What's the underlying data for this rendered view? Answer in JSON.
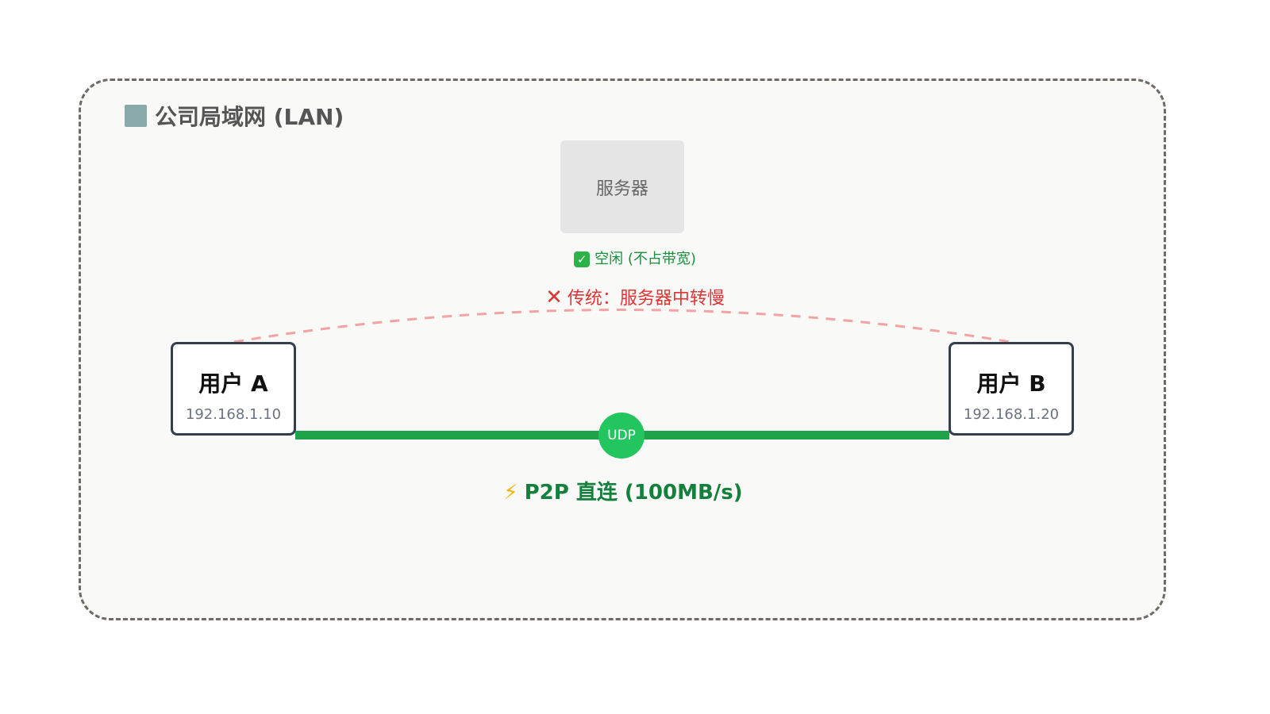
{
  "lan": {
    "icon": "office-building-icon",
    "title": "公司局域网 (LAN)"
  },
  "server": {
    "label": "服务器",
    "status_icon": "check-icon",
    "status": "空闲 (不占带宽)"
  },
  "traditional": {
    "icon": "cross-icon",
    "icon_glyph": "✕",
    "label": "传统：服务器中转慢"
  },
  "users": [
    {
      "name": "用户 A",
      "ip": "192.168.1.10"
    },
    {
      "name": "用户 B",
      "ip": "192.168.1.20"
    }
  ],
  "link": {
    "badge": "UDP",
    "icon": "lightning-icon",
    "label": "P2P 直连 (100MB/s)"
  },
  "colors": {
    "direct": "#1ea34a",
    "traditional": "#f4a3a3",
    "node_border": "#333f4f"
  }
}
